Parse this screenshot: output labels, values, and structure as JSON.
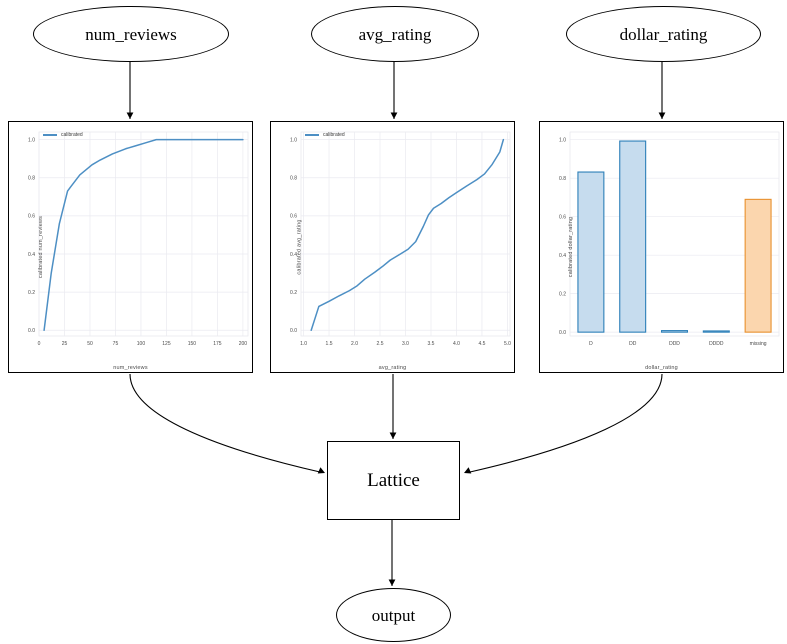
{
  "graph": {
    "inputs": [
      {
        "id": "num_reviews",
        "label": "num_reviews"
      },
      {
        "id": "avg_rating",
        "label": "avg_rating"
      },
      {
        "id": "dollar_rating",
        "label": "dollar_rating"
      }
    ],
    "lattice_label": "Lattice",
    "output_label": "output"
  },
  "colors": {
    "line_blue": "#4d8fc4",
    "bar_blue_fill": "#c6dcee",
    "bar_blue_edge": "#2c7fb8",
    "bar_orange_fill": "#fbd6ae",
    "bar_orange_edge": "#e8902e",
    "edge_black": "#000000",
    "grid": "#eaeaf0",
    "tick_text": "#4a4a4a"
  },
  "chart_data": [
    {
      "id": "num_reviews",
      "type": "line",
      "title": "",
      "xlabel": "num_reviews",
      "ylabel": "calibrated num_reviews",
      "legend": [
        "calibrated"
      ],
      "legend_position": "upper-left",
      "grid": true,
      "xlim": [
        0,
        205
      ],
      "ylim": [
        -0.03,
        1.04
      ],
      "xticks": [
        0,
        25,
        50,
        75,
        100,
        125,
        150,
        175,
        200
      ],
      "xticklabels": [
        "0",
        "25",
        "50",
        "75",
        "100",
        "125",
        "150",
        "175",
        "200"
      ],
      "yticks": [
        0.0,
        0.2,
        0.4,
        0.6,
        0.8,
        1.0
      ],
      "yticklabels": [
        "0.0",
        "0.2",
        "0.4",
        "0.6",
        "0.8",
        "1.0"
      ],
      "series": [
        {
          "name": "calibrated",
          "x": [
            5,
            12,
            20,
            28,
            31,
            40,
            52,
            60,
            72,
            85,
            95,
            105,
            115,
            130,
            150,
            170,
            190,
            200
          ],
          "y": [
            0.0,
            0.3,
            0.56,
            0.73,
            0.752,
            0.815,
            0.868,
            0.893,
            0.925,
            0.952,
            0.968,
            0.984,
            1.0,
            1.0,
            1.0,
            1.0,
            1.0,
            1.0
          ]
        }
      ]
    },
    {
      "id": "avg_rating",
      "type": "line",
      "title": "",
      "xlabel": "avg_rating",
      "ylabel": "calibrated avg_rating",
      "legend": [
        "calibrated"
      ],
      "legend_position": "upper-left",
      "grid": true,
      "xlim": [
        0.95,
        5.05
      ],
      "ylim": [
        -0.03,
        1.04
      ],
      "xticks": [
        1.0,
        1.5,
        2.0,
        2.5,
        3.0,
        3.5,
        4.0,
        4.5,
        5.0
      ],
      "xticklabels": [
        "1.0",
        "1.5",
        "2.0",
        "2.5",
        "3.0",
        "3.5",
        "4.0",
        "4.5",
        "5.0"
      ],
      "yticks": [
        0.0,
        0.2,
        0.4,
        0.6,
        0.8,
        1.0
      ],
      "yticklabels": [
        "0.0",
        "0.2",
        "0.4",
        "0.6",
        "0.8",
        "1.0"
      ],
      "series": [
        {
          "name": "calibrated",
          "x": [
            1.15,
            1.3,
            1.5,
            1.7,
            1.9,
            2.05,
            2.2,
            2.4,
            2.55,
            2.7,
            2.9,
            3.05,
            3.2,
            3.35,
            3.45,
            3.55,
            3.7,
            3.85,
            4.0,
            4.2,
            4.4,
            4.55,
            4.7,
            4.85,
            4.92
          ],
          "y": [
            0.0,
            0.125,
            0.152,
            0.181,
            0.208,
            0.233,
            0.268,
            0.305,
            0.335,
            0.368,
            0.4,
            0.425,
            0.465,
            0.545,
            0.605,
            0.64,
            0.665,
            0.695,
            0.722,
            0.757,
            0.79,
            0.82,
            0.87,
            0.935,
            1.0
          ]
        }
      ]
    },
    {
      "id": "dollar_rating",
      "type": "bar",
      "title": "",
      "xlabel": "dollar_rating",
      "ylabel": "calibrated dollar_rating",
      "grid": true,
      "ylim": [
        -0.02,
        1.04
      ],
      "yticks": [
        0.0,
        0.2,
        0.4,
        0.6,
        0.8,
        1.0
      ],
      "yticklabels": [
        "0.0",
        "0.2",
        "0.4",
        "0.6",
        "0.8",
        "1.0"
      ],
      "categories": [
        "D",
        "DD",
        "DDD",
        "DDDD",
        "missing"
      ],
      "values": [
        0.832,
        0.993,
        0.008,
        0.001,
        0.69
      ],
      "bar_colors": [
        "blue",
        "blue",
        "blue",
        "blue",
        "orange"
      ]
    }
  ]
}
